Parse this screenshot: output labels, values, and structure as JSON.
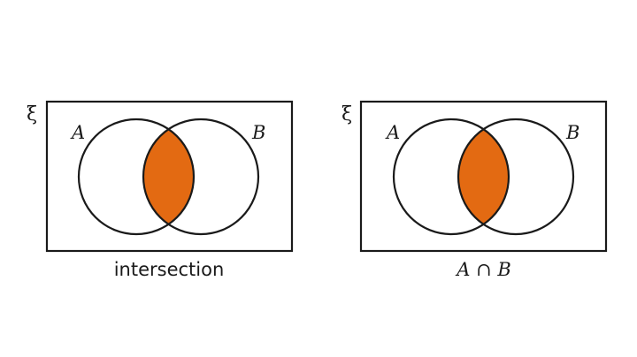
{
  "diagrams": [
    {
      "universal_symbol": "ξ",
      "set_a_label": "A",
      "set_b_label": "B",
      "caption": "intersection"
    },
    {
      "universal_symbol": "ξ",
      "set_a_label": "A",
      "set_b_label": "B",
      "caption": "A ∩ B"
    }
  ],
  "colors": {
    "intersection_fill": "#E36A12",
    "stroke": "#1a1a1a",
    "background": "#ffffff"
  }
}
